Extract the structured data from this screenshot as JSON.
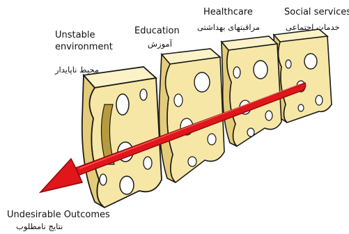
{
  "layers": [
    {
      "id": "unstable",
      "label_en": "Unstable\nenvironment",
      "label_fa": "محیط ناپایدار"
    },
    {
      "id": "education",
      "label_en": "Education",
      "label_fa": "آموزش"
    },
    {
      "id": "healthcare",
      "label_en": "Healthcare",
      "label_fa": "مراقبتهای بهداشتی"
    },
    {
      "id": "social",
      "label_en": "Social services",
      "label_fa": "خدمات اجتماعی"
    }
  ],
  "outcome": {
    "label_en": "Undesirable Outcomes",
    "label_fa": "نتایج نامطلوب"
  },
  "colors": {
    "cheese_face": "#F6E7A6",
    "cheese_top": "#FBF2C8",
    "cheese_side": "#E4CC7A",
    "outline": "#1a1a1a",
    "hole": "#FFFFFF",
    "hole_inner": "#B89A3E",
    "arrow": "#E0161A",
    "arrow_dark": "#8E0A0C"
  }
}
